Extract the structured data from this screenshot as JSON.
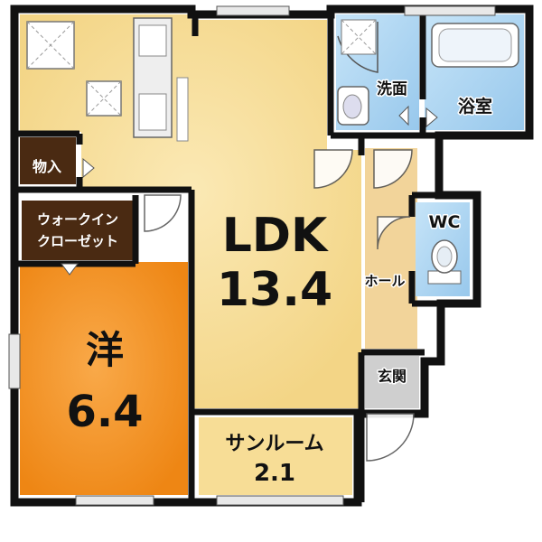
{
  "rooms": {
    "ldk": {
      "name": "LDK",
      "size": "13.4"
    },
    "western": {
      "name": "洋",
      "size": "6.4"
    },
    "sunroom": {
      "name": "サンルーム",
      "size": "2.1"
    },
    "walk_in_closet": {
      "line1": "ウォークイン",
      "line2": "クローゼット"
    },
    "storage": {
      "name": "物入"
    },
    "washroom": {
      "name": "洗面"
    },
    "bathroom": {
      "name": "浴室"
    },
    "wc": {
      "name": "WC"
    },
    "hall": {
      "name": "ホール"
    },
    "entrance": {
      "name": "玄関"
    }
  },
  "colors": {
    "ldk": "#f7dd96",
    "western": "#f7941d",
    "sunroom": "#f7dd96",
    "closet": "#4a2a12",
    "water": "#a9d4f2",
    "hall": "#f2d49a",
    "entrance": "#c8c8c8",
    "wall": "#111111"
  }
}
